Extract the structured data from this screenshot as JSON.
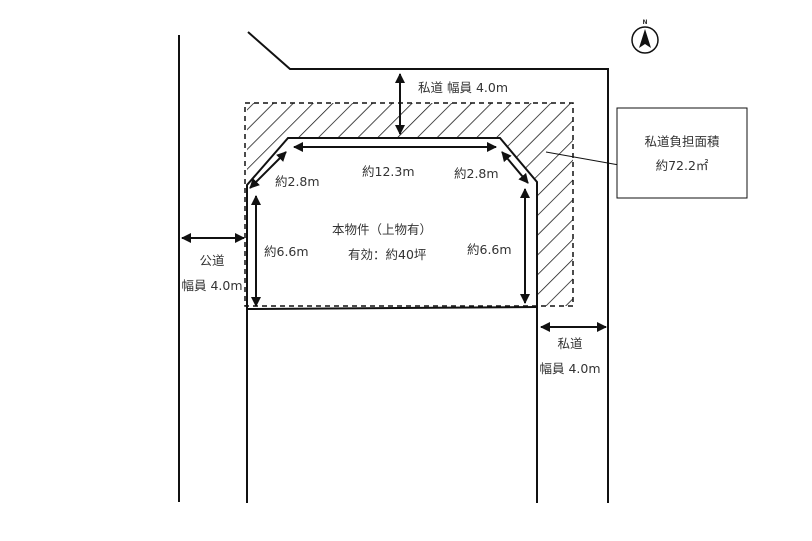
{
  "north_label": "N",
  "top_road": {
    "label": "私道 幅員 4.0m"
  },
  "left_road": {
    "name": "公道",
    "width": "幅員 4.0m"
  },
  "right_road": {
    "name": "私道",
    "width": "幅員 4.0m"
  },
  "dimensions": {
    "top": "約12.3m",
    "top_left_diag": "約2.8m",
    "top_right_diag": "約2.8m",
    "left": "約6.6m",
    "right": "約6.6m"
  },
  "property": {
    "title": "本物件（上物有）",
    "area": "有効：約40坪"
  },
  "callout": {
    "title": "私道負担面積",
    "value": "約72.2㎡"
  }
}
